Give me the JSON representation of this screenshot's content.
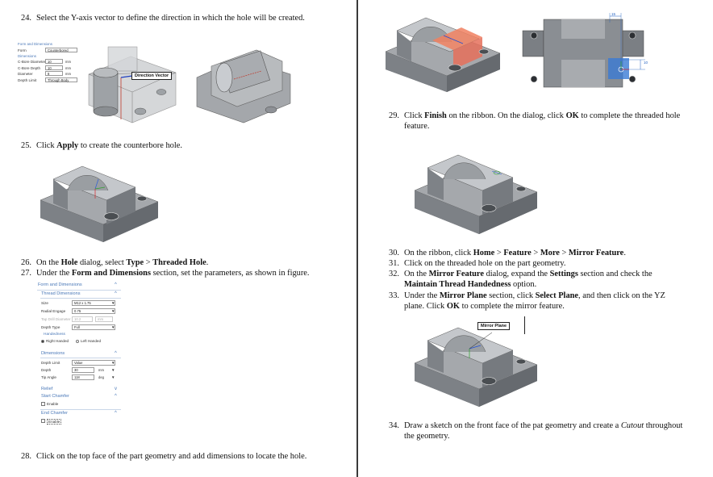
{
  "steps": {
    "s24": {
      "num": "24.",
      "text": "Select the Y-axis vector to define the direction in which the hole will be created."
    },
    "s25": {
      "num": "25.",
      "pre": "Click ",
      "bold": "Apply",
      "post": " to create the counterbore hole."
    },
    "s26": {
      "num": "26.",
      "p1": "On the ",
      "b1": "Hole",
      "p2": " dialog, select ",
      "b2": "Type",
      "p3": " > ",
      "b3": "Threaded Hole",
      "p4": "."
    },
    "s27": {
      "num": "27.",
      "p1": "Under the ",
      "b1": "Form and Dimensions",
      "p2": " section, set the parameters, as shown in figure."
    },
    "s28": {
      "num": "28.",
      "text": "Click on the top face of the part geometry and add dimensions to locate the hole."
    },
    "s29": {
      "num": "29.",
      "p1": "Click ",
      "b1": "Finish",
      "p2": " on the ribbon. On the dialog, click ",
      "b2": "OK",
      "p3": " to complete the threaded hole",
      "p4": "feature."
    },
    "s30": {
      "num": "30.",
      "p1": "On the ribbon, click ",
      "b1": "Home",
      "p2": " > ",
      "b2": "Feature",
      "p3": " > ",
      "b3": "More",
      "p4": " > ",
      "b4": "Mirror Feature",
      "p5": "."
    },
    "s31": {
      "num": "31.",
      "text": "Click on the threaded hole on the part geometry."
    },
    "s32": {
      "num": "32.",
      "p1": "On the ",
      "b1": "Mirror Feature",
      "p2": " dialog, expand the ",
      "b2": "Settings",
      "p3": " section and check the",
      "b3": "Maintain Thread Handedness",
      "p4": " option."
    },
    "s33": {
      "num": "33.",
      "p1": "Under the ",
      "b1": "Mirror Plane",
      "p2": " section, click ",
      "b2": "Select Plane",
      "p3": ", and then click on the YZ",
      "p4": "plane. Click ",
      "b4": "OK",
      "p5": " to complete the mirror feature."
    },
    "s34": {
      "num": "34.",
      "p1": "Draw a sketch on the front face of the pat geometry and create a ",
      "i1": "Cutout",
      "p2": " throughout",
      "p3": "the geometry."
    }
  },
  "figure_labels": {
    "direction_vector": "Direction Vector",
    "mirror_plane": "Mirror Plane"
  },
  "small_panel": {
    "title": "Form and Dimensions",
    "form_label": "Form",
    "form_value": "Counterbored",
    "dimensions_head": "Dimensions",
    "rows": [
      {
        "label": "C-Bore Diameter",
        "value": "10",
        "unit": "mm"
      },
      {
        "label": "C-Bore Depth",
        "value": "10",
        "unit": "mm"
      },
      {
        "label": "Diameter",
        "value": "8",
        "unit": "mm"
      },
      {
        "label": "Depth Limit",
        "value": "Through Body",
        "unit": ""
      }
    ]
  },
  "thread_panel": {
    "title": "Form and Dimensions",
    "thread_head": "Thread Dimensions",
    "size_label": "Size",
    "size_value": "M12 x 1.75",
    "radial_label": "Radial Engage",
    "radial_value": "0.75",
    "tap_label": "Tap Drill Diameter",
    "tap_value": "10.2",
    "tap_unit": "mm",
    "depth_type_label": "Depth Type",
    "depth_type_value": "Full",
    "handedness_head": "Handedness",
    "right_handed": "Right Handed",
    "left_handed": "Left Handed",
    "dimensions_head": "Dimensions",
    "depth_limit_label": "Depth Limit",
    "depth_limit_value": "Value",
    "depth_label": "Depth",
    "depth_value": "30",
    "depth_unit": "mm",
    "tip_label": "Tip Angle",
    "tip_value": "118",
    "tip_unit": "deg",
    "relief_head": "Relief",
    "start_chamfer_head": "Start Chamfer",
    "enable_1": "Enable",
    "end_chamfer_head": "End Chamfer",
    "enable_2": "Enable"
  },
  "dims": {
    "d1": "15",
    "d2": "10"
  },
  "colors": {
    "part_gray": "#8e9196",
    "part_dark": "#5d6166",
    "part_light": "#c4c7cb",
    "accent_blue": "#4a78b8",
    "face_orange": "#f08060"
  }
}
